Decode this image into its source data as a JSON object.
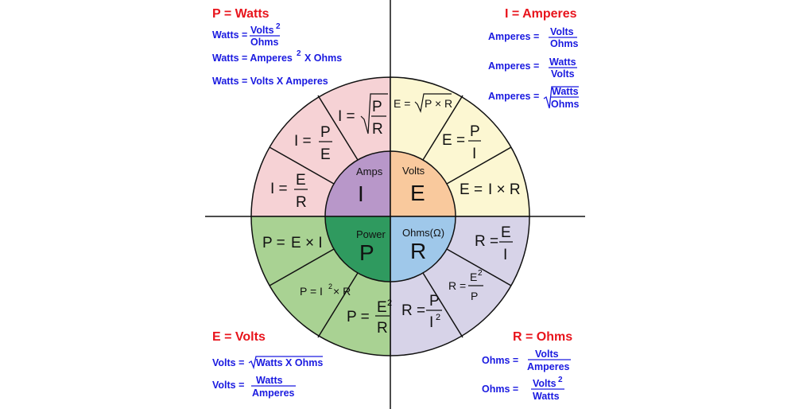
{
  "colors": {
    "amps_outer": "#f6d2d5",
    "volts_outer": "#fcf7d2",
    "ohms_outer": "#d7d3e8",
    "power_outer": "#a9d293",
    "amps_inner": "#b897c9",
    "volts_inner": "#f9c99d",
    "ohms_inner": "#9fc8ea",
    "power_inner": "#2f9a5f",
    "title": "#e8141c",
    "formula": "#1a1ae0"
  },
  "power_box": {
    "title": "P = Watts",
    "f1_lhs": "Watts =",
    "f1_num": "Volts",
    "f1_sup": "2",
    "f1_den": "Ohms",
    "f2": "Watts = Amperes",
    "f2_sup": "2",
    "f2_tail": "X Ohms",
    "f3": "Watts = Volts X Amperes"
  },
  "current_box": {
    "title": "I = Amperes",
    "f1_lhs": "Amperes =",
    "f1_num": "Volts",
    "f1_den": "Ohms",
    "f2_lhs": "Amperes =",
    "f2_num": "Watts",
    "f2_den": "Volts",
    "f3_lhs": "Amperes =",
    "f3_num": "Watts",
    "f3_den": "Ohms"
  },
  "voltage_box": {
    "title": "E = Volts",
    "f1_lhs": "Volts =",
    "f1_rad": "Watts X Ohms",
    "f2_lhs": "Volts =",
    "f2_num": "Watts",
    "f2_den": "Amperes"
  },
  "resistance_box": {
    "title": "R = Ohms",
    "f1_lhs": "Ohms =",
    "f1_num": "Volts",
    "f1_den": "Amperes",
    "f2_lhs": "Ohms =",
    "f2_num": "Volts",
    "f2_sup": "2",
    "f2_den": "Watts"
  },
  "wheel": {
    "amps": {
      "label": "Amps",
      "symbol": "I"
    },
    "volts": {
      "label": "Volts",
      "symbol": "E"
    },
    "ohms": {
      "label": "Ohms(Ω)",
      "symbol": "R"
    },
    "power": {
      "label": "Power",
      "symbol": "P"
    },
    "seg": {
      "i_eq": "I =",
      "e_eq": "E =",
      "r_eq": "R =",
      "p_eq": "P =",
      "P": "P",
      "R": "R",
      "E": "E",
      "I": "I",
      "e2": "E",
      "two": "2",
      "pxr": "P × R",
      "ixr": "I × R",
      "exi": "E × I",
      "i2r_a": "P = I",
      "i2r_b": "× R",
      "small_e": "E =",
      "small_r": "R ="
    }
  }
}
